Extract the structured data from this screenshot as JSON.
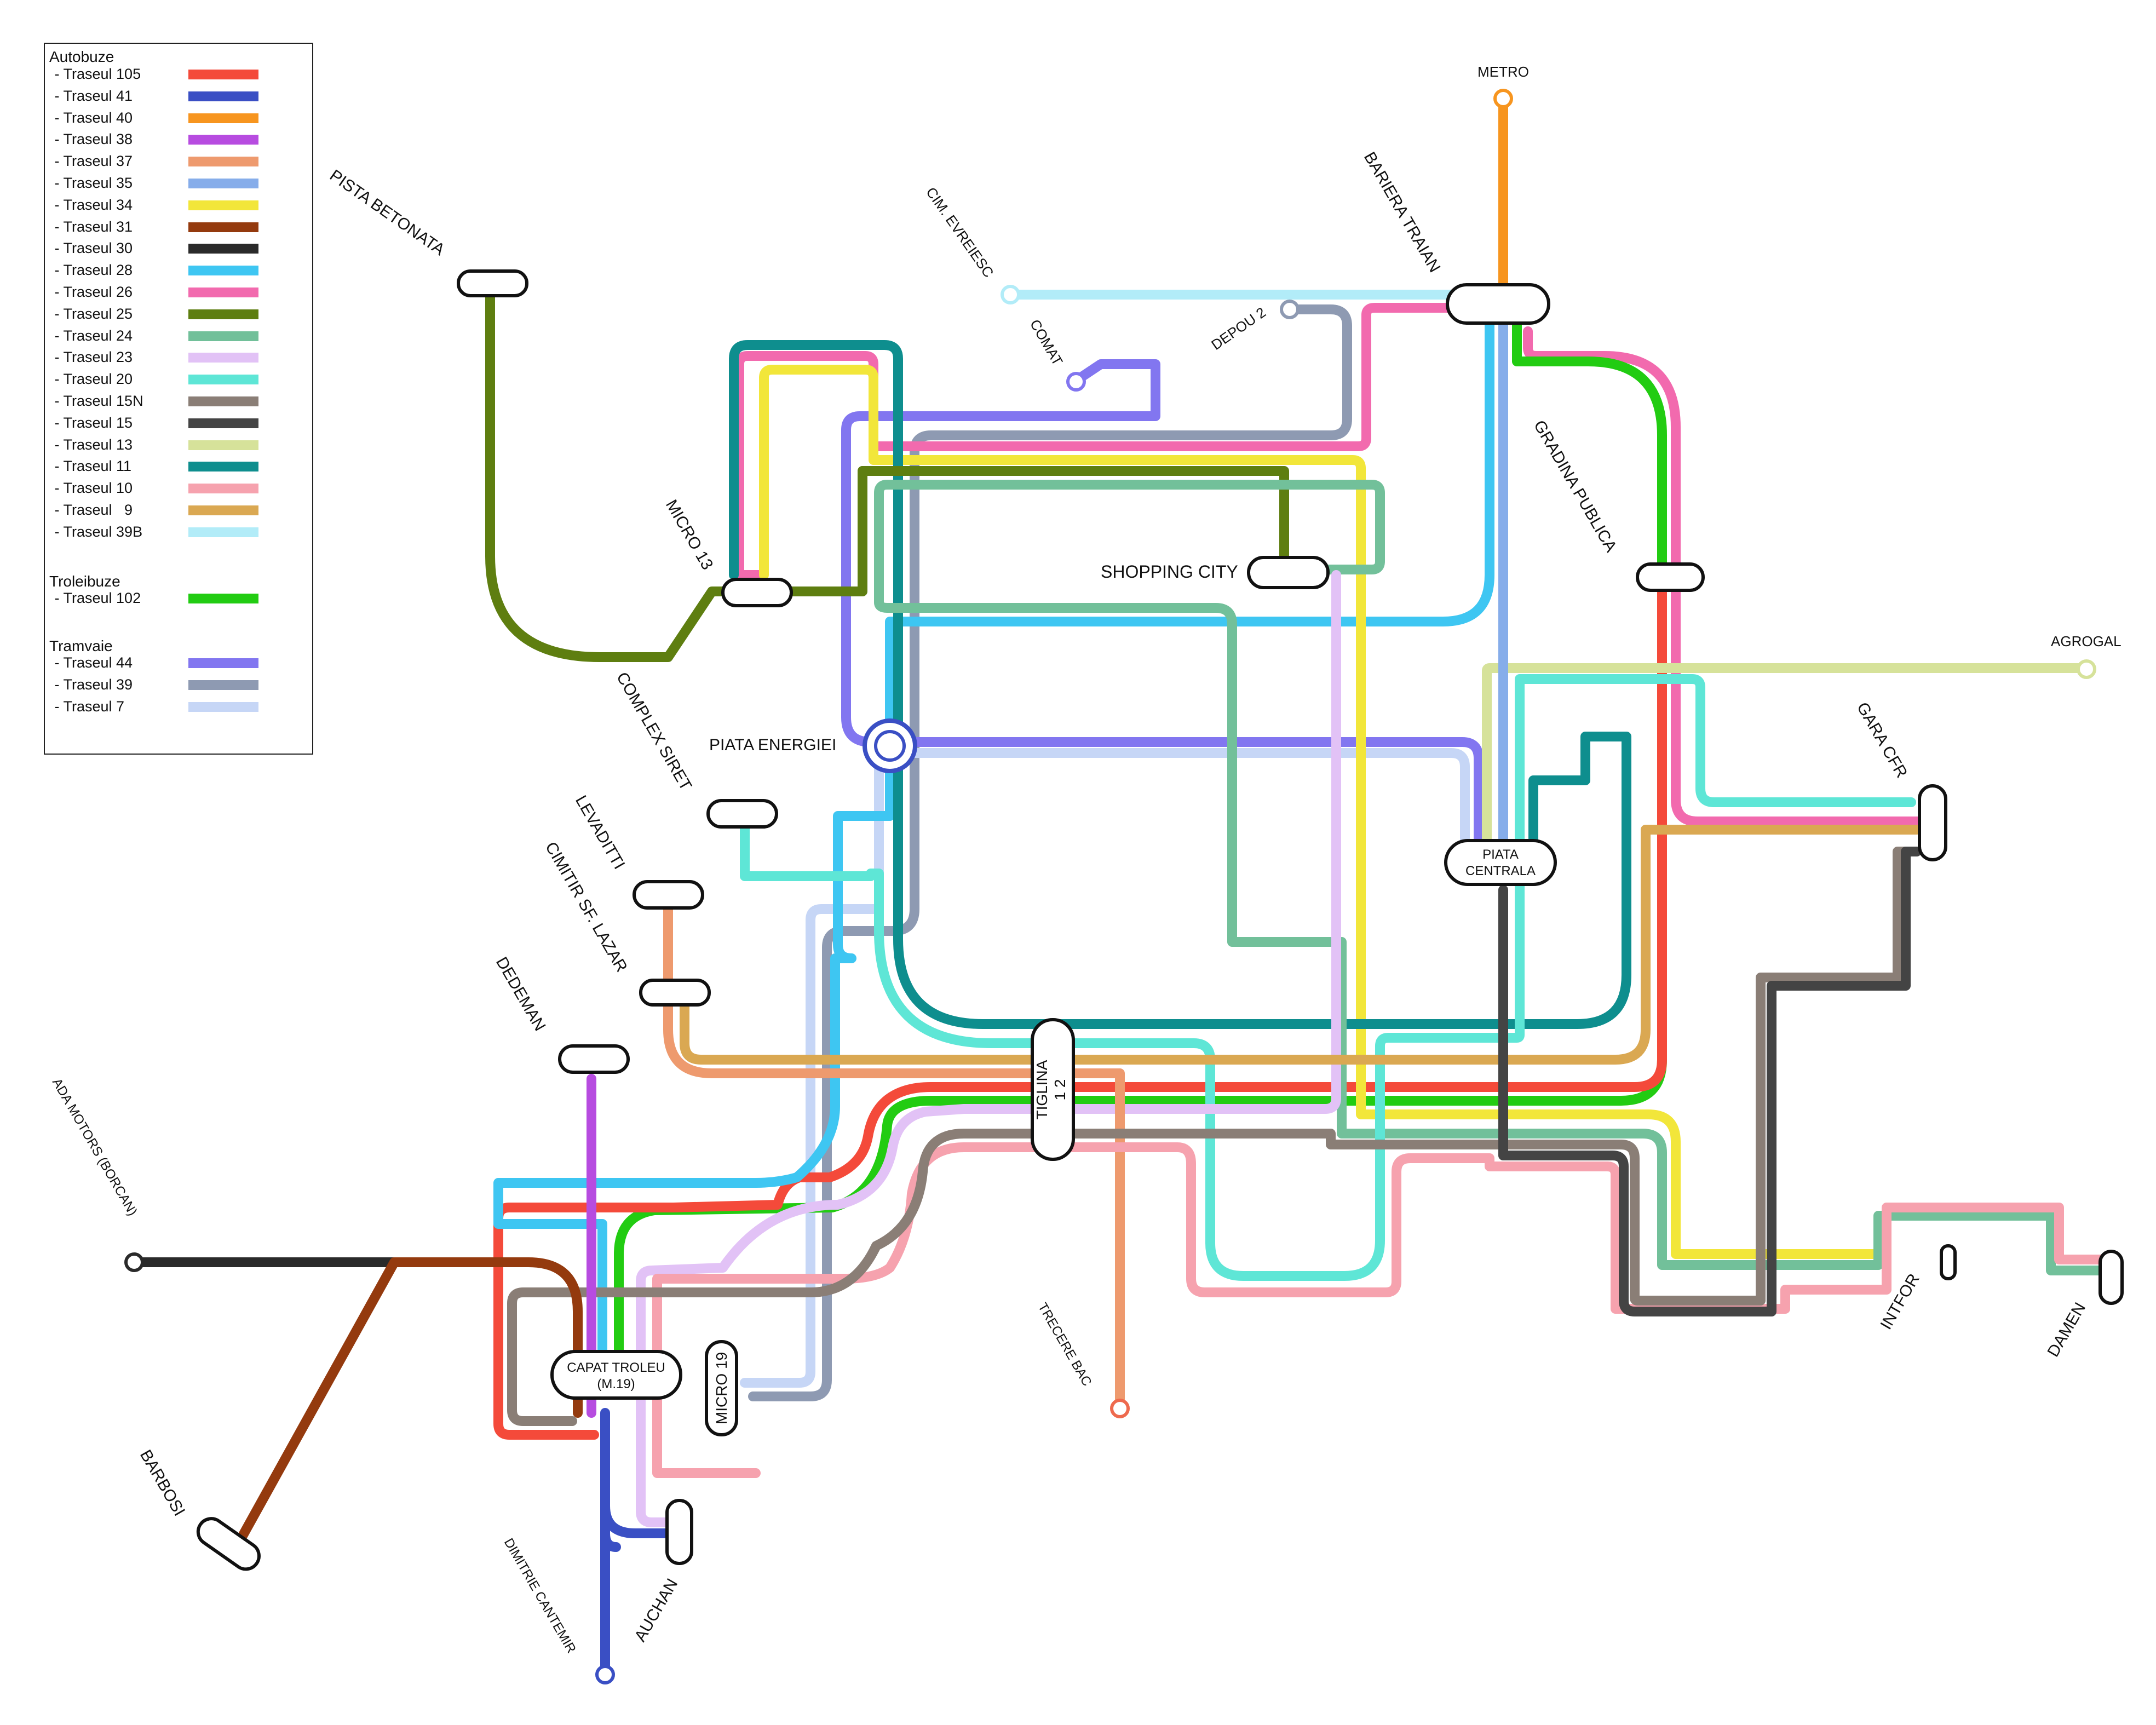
{
  "legend": {
    "groups": [
      {
        "title": "Autobuze",
        "items": [
          {
            "label": " - Traseul 105",
            "color": "#f44a3a"
          },
          {
            "label": " - Traseul 41",
            "color": "#3a4fc4"
          },
          {
            "label": " - Traseul 40",
            "color": "#f7951f"
          },
          {
            "label": " - Traseul 38",
            "color": "#b74ce0"
          },
          {
            "label": " - Traseul 37",
            "color": "#ee9a6e"
          },
          {
            "label": " - Traseul 35",
            "color": "#86adea"
          },
          {
            "label": " - Traseul 34",
            "color": "#f2e63a"
          },
          {
            "label": " - Traseul 31",
            "color": "#943a0e"
          },
          {
            "label": " - Traseul 30",
            "color": "#2a2a2a"
          },
          {
            "label": " - Traseul 28",
            "color": "#3ec6f2"
          },
          {
            "label": " - Traseul 26",
            "color": "#f26aae"
          },
          {
            "label": " - Traseul 25",
            "color": "#5e7e10"
          },
          {
            "label": " - Traseul 24",
            "color": "#72c09a"
          },
          {
            "label": " - Traseul 23",
            "color": "#e2c2f6"
          },
          {
            "label": " - Traseul 20",
            "color": "#5ee6d6"
          },
          {
            "label": " - Traseul 15N",
            "color": "#8a7e76"
          },
          {
            "label": " - Traseul 15",
            "color": "#444444"
          },
          {
            "label": " - Traseul 13",
            "color": "#d6e29a"
          },
          {
            "label": " - Traseul 11",
            "color": "#0e8e8e"
          },
          {
            "label": " - Traseul 10",
            "color": "#f6a2ae"
          },
          {
            "label": " - Traseul   9",
            "color": "#daa852"
          },
          {
            "label": " - Traseul 39B",
            "color": "#b2ecf8"
          }
        ]
      },
      {
        "title": "Troleibuze",
        "items": [
          {
            "label": " - Traseul 102",
            "color": "#22cc12"
          }
        ]
      },
      {
        "title": "Tramvaie",
        "items": [
          {
            "label": " - Traseul 44",
            "color": "#8276f0"
          },
          {
            "label": " - Traseul 39",
            "color": "#8e9ab2"
          },
          {
            "label": " - Traseul 7",
            "color": "#c6d6f6"
          }
        ]
      }
    ]
  },
  "stations": {
    "metro": "METRO",
    "cim_evreiesc": "CIM. EVREIESC",
    "bariera_traian": "BARIERA TRAIAN",
    "comat": "COMAT",
    "depou2": "DEPOU 2",
    "pista_betonata": "PISTA BETONATA",
    "micro13": "MICRO 13",
    "shopping_city": "SHOPPING CITY",
    "gradina_publica": "GRADINA PUBLICA",
    "agrogal": "AGROGAL",
    "complex_siret": "COMPLEX SIRET",
    "piata_energiei": "PIATA ENERGIEI",
    "gara_cfr": "GARA CFR",
    "levaditti": "LEVADITTI",
    "piata_centrala_1": "PIATA",
    "piata_centrala_2": "CENTRALA",
    "cimitir_sf_lazar": "CIMITIR SF. LAZAR",
    "dedeman": "DEDEMAN",
    "tiglina_1": "TIGLINA",
    "tiglina_2": "1    2",
    "ada_motors": "ADA MOTORS (BORCAN)",
    "trecere_bac": "TRECERE BAC",
    "intfor": "INTFOR",
    "damen": "DAMEN",
    "capat_troleu_1": "CAPAT TROLEU",
    "capat_troleu_2": "(M.19)",
    "micro19": "MICRO 19",
    "barbosi": "BARBOSI",
    "dimitrie_cantemir": "DIMITRIE CANTEMIR",
    "auchan": "AUCHAN"
  }
}
